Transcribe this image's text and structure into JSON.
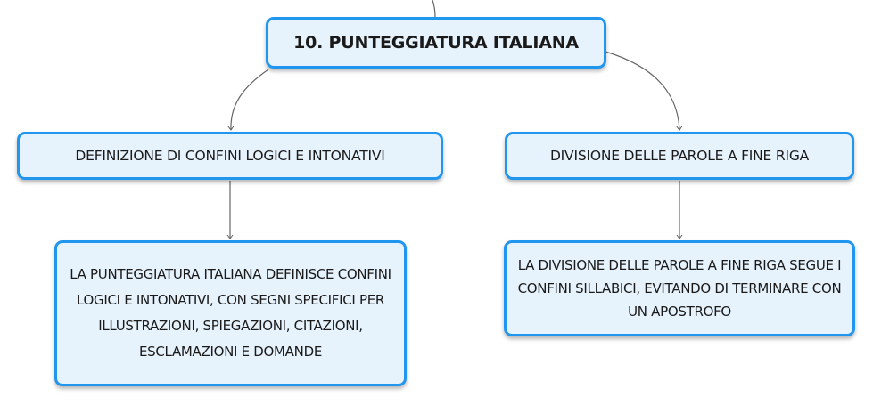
{
  "diagram": {
    "root": {
      "label": "10. PUNTEGGIATURA ITALIANA"
    },
    "branches": [
      {
        "label": "DEFINIZIONE DI CONFINI LOGICI E INTONATIVI",
        "detail": "LA PUNTEGGIATURA ITALIANA DEFINISCE CONFINI LOGICI E INTONATIVI, CON SEGNI SPECIFICI PER ILLUSTRAZIONI, SPIEGAZIONI, CITAZIONI, ESCLAMAZIONI E DOMANDE"
      },
      {
        "label": "DIVISIONE DELLE PAROLE A FINE RIGA",
        "detail": "LA DIVISIONE DELLE PAROLE A FINE RIGA SEGUE I CONFINI SILLABICI, EVITANDO DI TERMINARE CON UN APOSTROFO"
      }
    ]
  },
  "colors": {
    "node_border": "#2196ef",
    "node_fill": "#e6f2fc",
    "connector": "#666666",
    "text": "#1a1a1a"
  }
}
